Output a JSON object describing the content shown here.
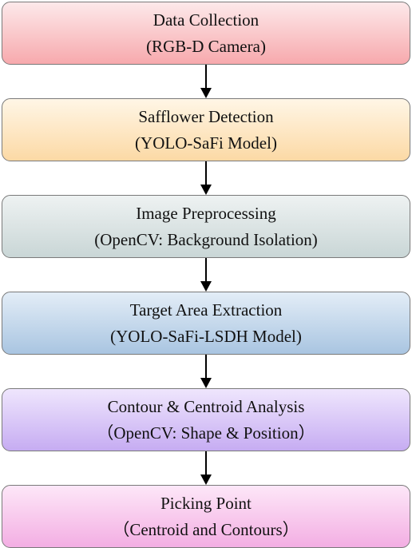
{
  "steps": [
    {
      "line1": "Data Collection",
      "line2": "(RGB-D Camera)",
      "top": "#fde9ea",
      "bottom": "#f7a9ad"
    },
    {
      "line1": "Safflower Detection",
      "line2": "(YOLO-SaFi Model)",
      "top": "#fff6e6",
      "bottom": "#fcd9a5"
    },
    {
      "line1": "Image Preprocessing",
      "line2": "(OpenCV: Background Isolation)",
      "top": "#eef2f2",
      "bottom": "#c9d6d6"
    },
    {
      "line1": "Target Area Extraction",
      "line2": "(YOLO-SaFi-LSDH Model)",
      "top": "#e3edf7",
      "bottom": "#a9c5e1"
    },
    {
      "line1": "Contour & Centroid Analysis",
      "line2": "（OpenCV: Shape & Position）",
      "top": "#efe6fd",
      "bottom": "#c6acf2"
    },
    {
      "line1": "Picking Point",
      "line2": "（Centroid and Contours）",
      "top": "#fde7f8",
      "bottom": "#f3aee3"
    }
  ]
}
